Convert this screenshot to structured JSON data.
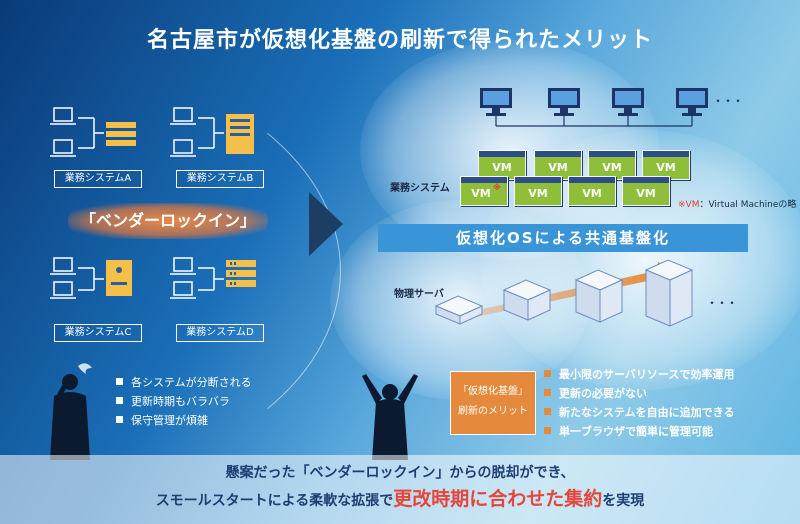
{
  "title": "名古屋市が仮想化基盤の刷新で得られたメリット",
  "left": {
    "systems": [
      {
        "label": "業務システムA"
      },
      {
        "label": "業務システムB"
      },
      {
        "label": "業務システムC"
      },
      {
        "label": "業務システムD"
      }
    ],
    "vendor_lockin": "「ベンダーロックイン」",
    "bullets": [
      "各システムが分断される",
      "更新時期もバラバラ",
      "保守管理が煩雑"
    ]
  },
  "right": {
    "ellipsis_top": "・・・",
    "system_label": "業務システム",
    "vm_label": "VM",
    "vm_mark": "※",
    "vm_note_mark": "※VM",
    "vm_note_text": "：Virtual Machineの略",
    "banner": "仮想化OSによる共通基盤化",
    "server_label": "物理サーバ",
    "ellipsis_servers": "・・・",
    "merit_box": [
      "「仮想化基盤」",
      "刷新のメリット"
    ],
    "merits": [
      "最小限のサーバリソースで効率運用",
      "更新の必要がない",
      "新たなシステムを自由に追加できる",
      "単一ブラウザで簡単に管理可能"
    ]
  },
  "footer": {
    "line1": "懸案だった「ベンダーロックイン」からの脱却ができ、",
    "line2_pre": "スモールスタートによる柔軟な拡張で",
    "line2_highlight": "更改時期に合わせた集約",
    "line2_post": "を実現"
  },
  "colors": {
    "accent_orange": "#e58a3c",
    "vm_green": "#8fbf3a",
    "banner_blue": "#3a95d8",
    "highlight_red": "#e5463c"
  }
}
